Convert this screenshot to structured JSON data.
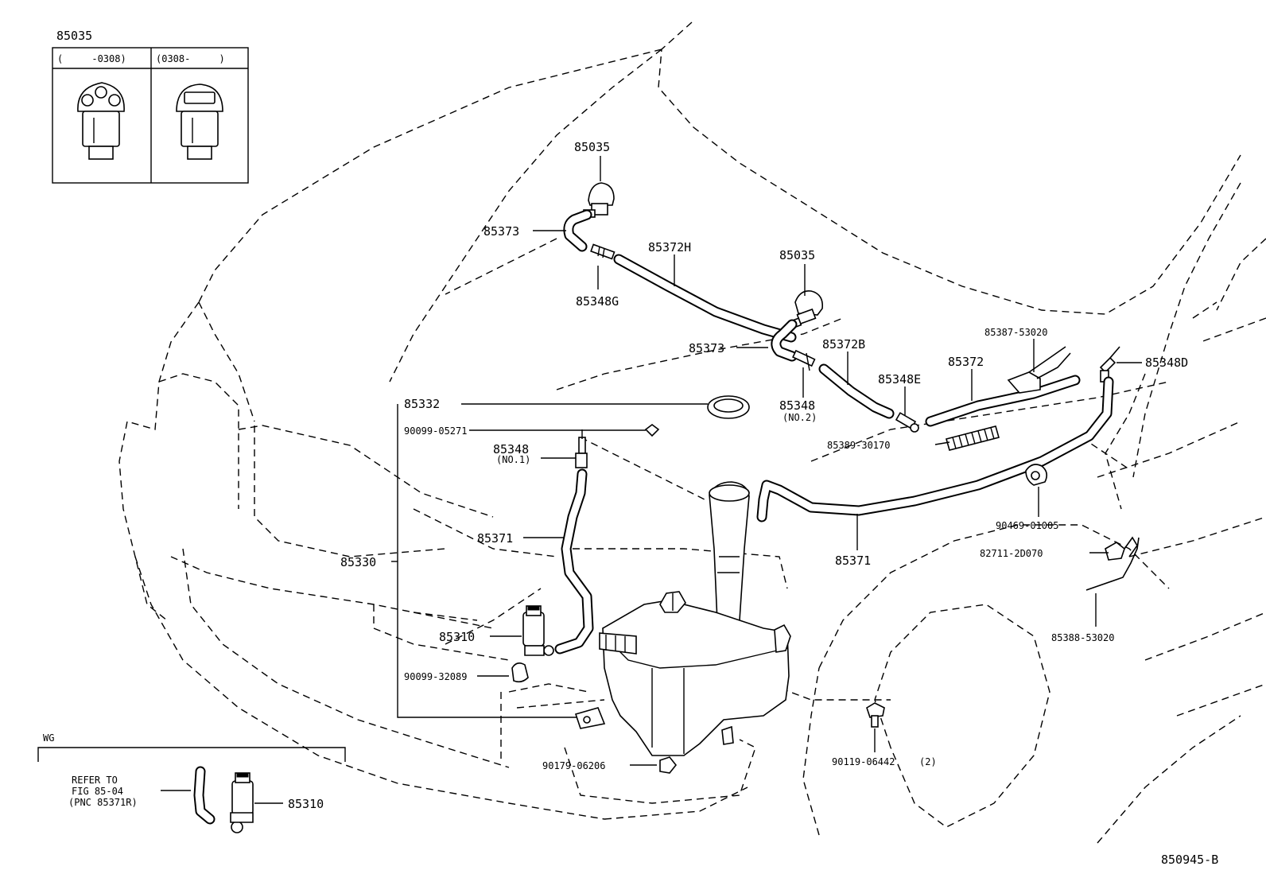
{
  "diagram": {
    "drawing_code": "850945-B",
    "inset": {
      "part_no": "85035",
      "col_left": "(     -0308)",
      "col_right": "(0308-     )"
    },
    "wg": {
      "tag": "WG",
      "note_line1": "REFER TO",
      "note_line2": "FIG 85-04",
      "note_line3": "(PNC 85371R)",
      "part_no": "85310"
    },
    "labels": {
      "p85035_a": "85035",
      "p85373_a": "85373",
      "p85348G": "85348G",
      "p85372H": "85372H",
      "p85035_b": "85035",
      "p85373_b": "85373",
      "p85372B": "85372B",
      "p85348_no2": "85348",
      "p85348_no2_sub": "(NO.2)",
      "p85348E": "85348E",
      "p85372": "85372",
      "p85387": "85387-53020",
      "p85348D": "85348D",
      "p85389": "85389-30170",
      "p85332": "85332",
      "p90099_05271": "90099-05271",
      "p85348_no1": "85348",
      "p85348_no1_sub": "(NO.1)",
      "p85371_a": "85371",
      "p85330": "85330",
      "p85310": "85310",
      "p90099_32089": "90099-32089",
      "p90179": "90179-06206",
      "p90119": "90119-06442",
      "p90119_qty": "(2)",
      "p85371_b": "85371",
      "p90469": "90469-01005",
      "p82711": "82711-2D070",
      "p85388": "85388-53020"
    }
  }
}
